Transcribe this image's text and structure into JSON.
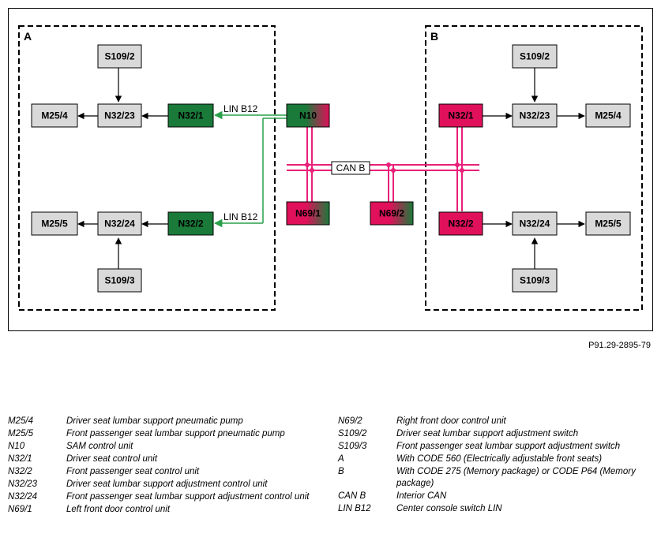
{
  "regions": {
    "a_label": "A",
    "b_label": "B"
  },
  "buses": {
    "lin_upper": "LIN B12",
    "lin_lower": "LIN B12",
    "can": "CAN B"
  },
  "boxes": {
    "a_s109_2": "S109/2",
    "a_m25_4": "M25/4",
    "a_n32_23": "N32/23",
    "a_n32_1": "N32/1",
    "a_m25_5": "M25/5",
    "a_n32_24": "N32/24",
    "a_n32_2": "N32/2",
    "a_s109_3": "S109/3",
    "n10": "N10",
    "n69_1": "N69/1",
    "n69_2": "N69/2",
    "b_s109_2": "S109/2",
    "b_n32_1": "N32/1",
    "b_n32_23": "N32/23",
    "b_m25_4": "M25/4",
    "b_n32_2": "N32/2",
    "b_n32_24": "N32/24",
    "b_m25_5": "M25/5",
    "b_s109_3": "S109/3"
  },
  "colors": {
    "gray_box": "#d9d9d9",
    "green_box": "#1a7a3a",
    "pink_box": "#e0105a",
    "lin_line": "#2aa04a",
    "can_line": "#e8207a"
  },
  "figure_id": "P91.29-2895-79",
  "legend_left": [
    {
      "code": "M25/4",
      "desc": "Driver seat lumbar support pneumatic pump"
    },
    {
      "code": "M25/5",
      "desc": "Front passenger seat lumbar support pneumatic pump"
    },
    {
      "code": "N10",
      "desc": "SAM control unit"
    },
    {
      "code": "N32/1",
      "desc": "Driver seat control unit"
    },
    {
      "code": "N32/2",
      "desc": "Front passenger seat control unit"
    },
    {
      "code": "N32/23",
      "desc": "Driver seat lumbar support adjustment control unit"
    },
    {
      "code": "N32/24",
      "desc": "Front passenger seat lumbar support adjustment control unit"
    },
    {
      "code": "N69/1",
      "desc": "Left front door control unit"
    }
  ],
  "legend_right": [
    {
      "code": "N69/2",
      "desc": "Right front door control unit"
    },
    {
      "code": "S109/2",
      "desc": "Driver seat lumbar support adjustment switch"
    },
    {
      "code": "S109/3",
      "desc": "Front passenger seat lumbar support adjustment switch"
    },
    {
      "code": "A",
      "desc": "With CODE 560 (Electrically adjustable front seats)"
    },
    {
      "code": "B",
      "desc": "With CODE 275 (Memory package) or CODE P64 (Memory package)"
    },
    {
      "code": "CAN B",
      "desc": "Interior CAN"
    },
    {
      "code": "LIN B12",
      "desc": "Center console switch LIN"
    }
  ]
}
